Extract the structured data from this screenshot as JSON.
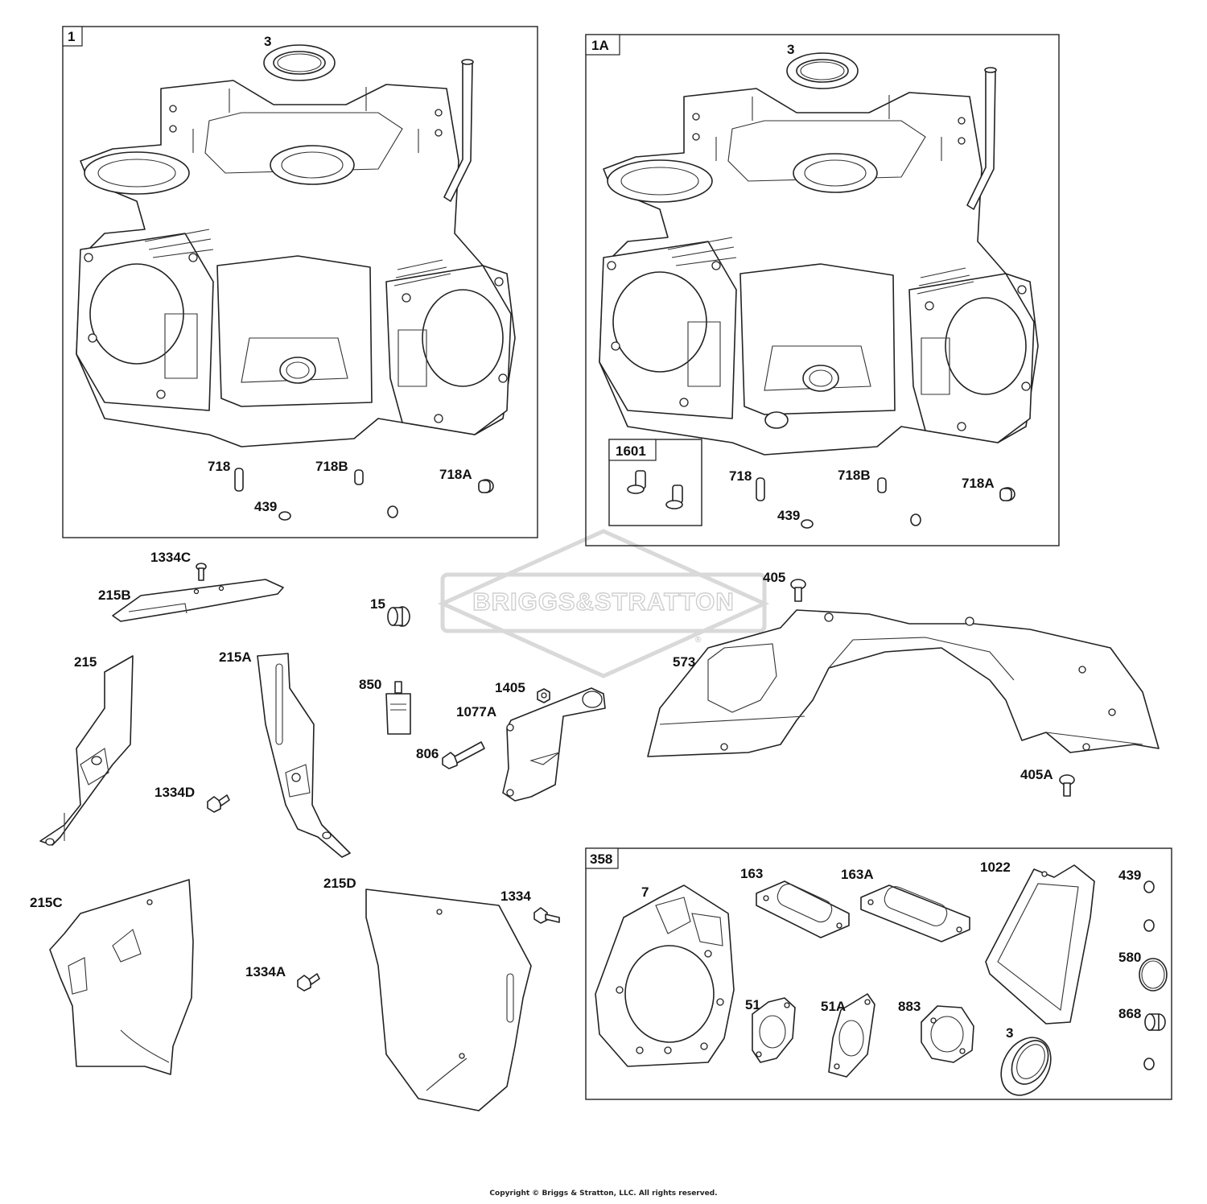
{
  "watermark": {
    "brand": "BRIGGS&STRATTON",
    "registered": "®"
  },
  "panels": {
    "p1": {
      "tag": "1"
    },
    "p1a": {
      "tag": "1A"
    },
    "p1601": {
      "tag": "1601"
    },
    "p358": {
      "tag": "358"
    }
  },
  "labels": {
    "p1_3": "3",
    "p1_718": "718",
    "p1_718b": "718B",
    "p1_718a": "718A",
    "p1_439": "439",
    "p1a_3": "3",
    "p1a_718": "718",
    "p1a_718b": "718B",
    "p1a_718a": "718A",
    "p1a_439": "439",
    "l1334c": "1334C",
    "l215b": "215B",
    "l15": "15",
    "l405": "405",
    "l573": "573",
    "l215": "215",
    "l215a": "215A",
    "l850": "850",
    "l1405": "1405",
    "l1077a": "1077A",
    "l806": "806",
    "l1334d": "1334D",
    "l405a": "405A",
    "l215c": "215C",
    "l215d": "215D",
    "l1334": "1334",
    "l1334a": "1334A",
    "k7": "7",
    "k163": "163",
    "k163a": "163A",
    "k1022": "1022",
    "k439": "439",
    "k580": "580",
    "k51": "51",
    "k51a": "51A",
    "k883": "883",
    "k3": "3",
    "k868": "868"
  },
  "copyright": "Copyright © Briggs & Stratton, LLC. All rights reserved."
}
